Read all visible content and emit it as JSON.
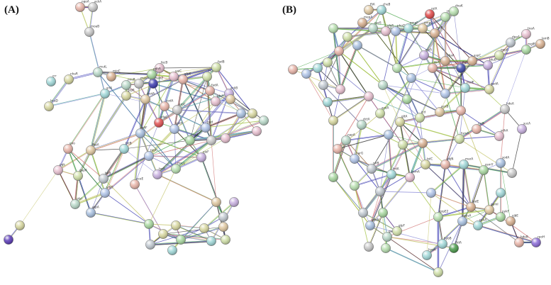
{
  "figure": {
    "panels": [
      {
        "label": "(A)",
        "node_labels": [
          "nqoA",
          "ackA",
          "moaB",
          "mutL",
          "nhaR",
          "crr",
          "hcaD",
          "mioC",
          "mioB",
          "manX",
          "manZ",
          "fecB",
          "pdhR",
          "yaiC",
          "glpK",
          "fruA",
          "fadB",
          "fadA",
          "ackB",
          "ptsH",
          "srlA",
          "grpE",
          "motA",
          "codA",
          "aroC",
          "sdaC",
          "gntP",
          "gpd",
          "cutA",
          "yfiF",
          "tktA",
          "tktB",
          "fbaA",
          "eno",
          "pgk",
          "gapA",
          "talB",
          "ptsI",
          "atpA",
          "ydjO",
          "aceE",
          "treA",
          "mscL",
          "yjeF"
        ]
      },
      {
        "label": "(B)",
        "node_labels": [
          "fliA",
          "cheB",
          "mepA",
          "rpoS",
          "glgS",
          "phoQ",
          "ompF",
          "ompC",
          "rplA",
          "rpsB",
          "thrA",
          "dnaK",
          "rcsA",
          "ttrA",
          "nhaA",
          "flgM",
          "aspC",
          "btuB",
          "oppA",
          "dppA",
          "tnaA",
          "mglB",
          "lamB",
          "malE",
          "gadA",
          "hdeA",
          "sucA",
          "sdhA",
          "mdh",
          "fumA",
          "acnB",
          "icd",
          "gltA",
          "aceA",
          "dctA",
          "napA",
          "narG",
          "nirB",
          "frdA",
          "bsmA",
          "tolC",
          "ybjN",
          "marA",
          "osmY",
          "sodA",
          "katE",
          "gpmI",
          "pykF",
          "pckA",
          "ppsA",
          "yjbE",
          "hdeB",
          "rpoH",
          "grpE2",
          "hybB",
          "hyaA",
          "ttdA",
          "ydeN",
          "galP",
          "glpF"
        ]
      }
    ]
  }
}
